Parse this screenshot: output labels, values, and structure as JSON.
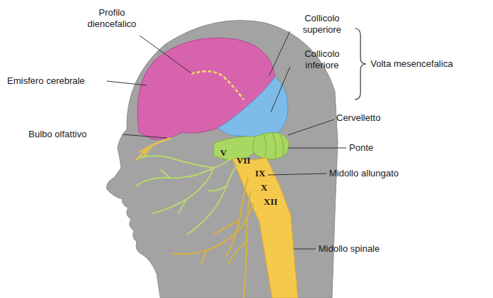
{
  "diagram": {
    "labels": [
      "Profilo diencefalico",
      "Emisfero cerebrale",
      "Collicolo superiore",
      "Collicolo inferiore",
      "Volta mesencefalica",
      "Bulbo olfattivo",
      "Cervelletto",
      "Ponte",
      "Midollo allungato",
      "Midollo spinale",
      "V",
      "VII",
      "IX",
      "X",
      "XII"
    ]
  }
}
